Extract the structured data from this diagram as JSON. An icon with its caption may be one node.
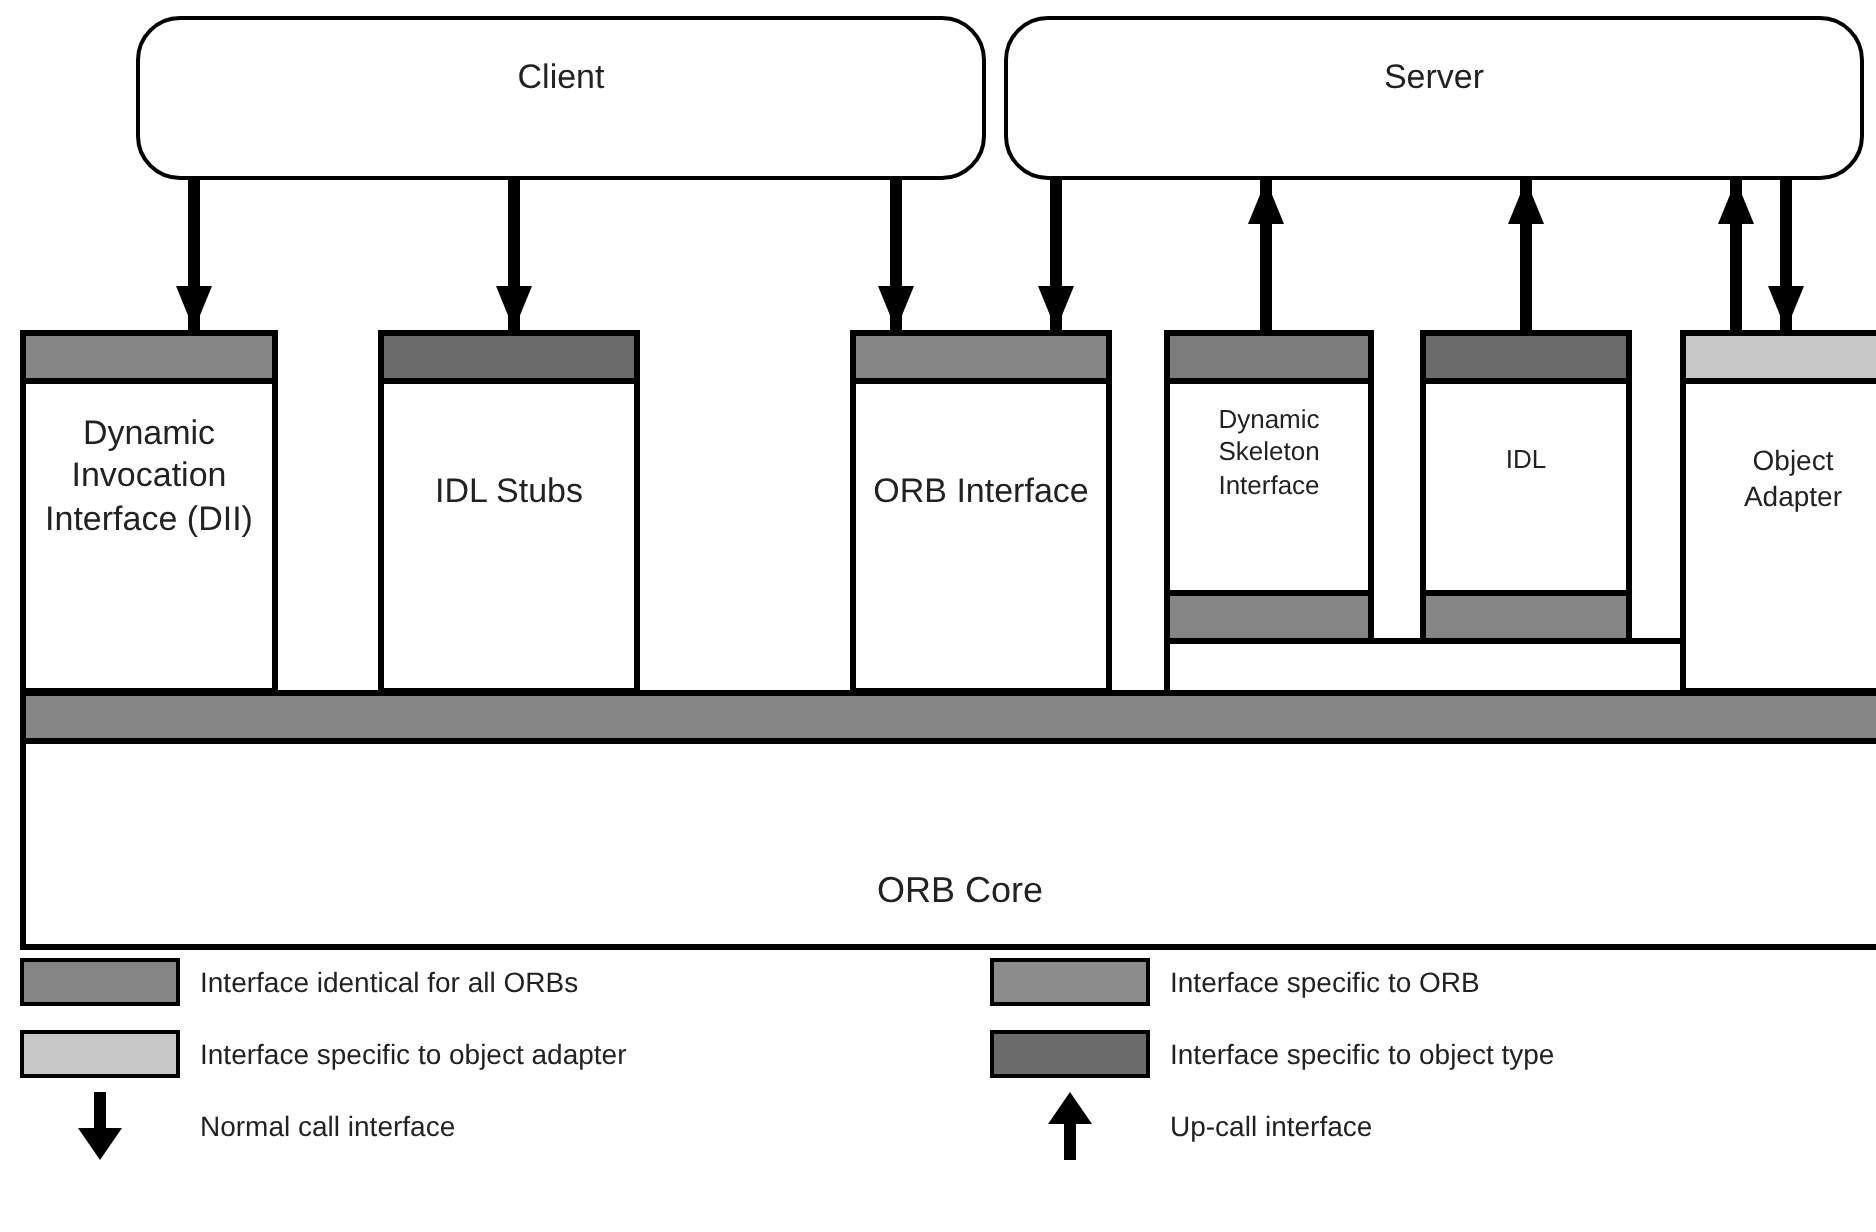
{
  "diagram": {
    "nodes": [
      {
        "text": [
          "Client"
        ]
      },
      {
        "text": [
          "Server"
        ]
      },
      {
        "text": [
          "Dynamic Invocation Interface (DII)"
        ]
      },
      {
        "text": [
          "IDL Stubs"
        ]
      },
      {
        "text": [
          "ORB Interface"
        ]
      },
      {
        "text": [
          "Dynamic Skeleton Interface"
        ]
      },
      {
        "text": [
          "IDL"
        ]
      },
      {
        "text": [
          "Object Adapter"
        ]
      },
      {
        "text": [
          "ORB Core"
        ]
      }
    ],
    "edges": [
      {
        "from": 0,
        "to": 2,
        "arrow": "to"
      },
      {
        "from": 0,
        "to": 3,
        "arrow": "to"
      },
      {
        "from": 0,
        "to": 4,
        "arrow": "to"
      },
      {
        "from": 1,
        "to": 4,
        "arrow": "to"
      },
      {
        "from": 5,
        "to": 1,
        "arrow": "to"
      },
      {
        "from": 6,
        "to": 1,
        "arrow": "to"
      },
      {
        "from": 7,
        "to": 1,
        "arrow": "to"
      },
      {
        "from": 1,
        "to": 7,
        "arrow": "to"
      }
    ],
    "legend": [
      {
        "text": "Interface identical for all ORBs",
        "color": "#858585"
      },
      {
        "text": "Interface specific to ORB",
        "color": "#8c8c8c"
      },
      {
        "text": "Interface specific to object adapter",
        "color": "#c8c8c8"
      },
      {
        "text": "Interface specific to object type",
        "color": "#6b6b6b"
      },
      {
        "text": "Normal call interface"
      },
      {
        "text": "Up-call interface"
      }
    ]
  }
}
